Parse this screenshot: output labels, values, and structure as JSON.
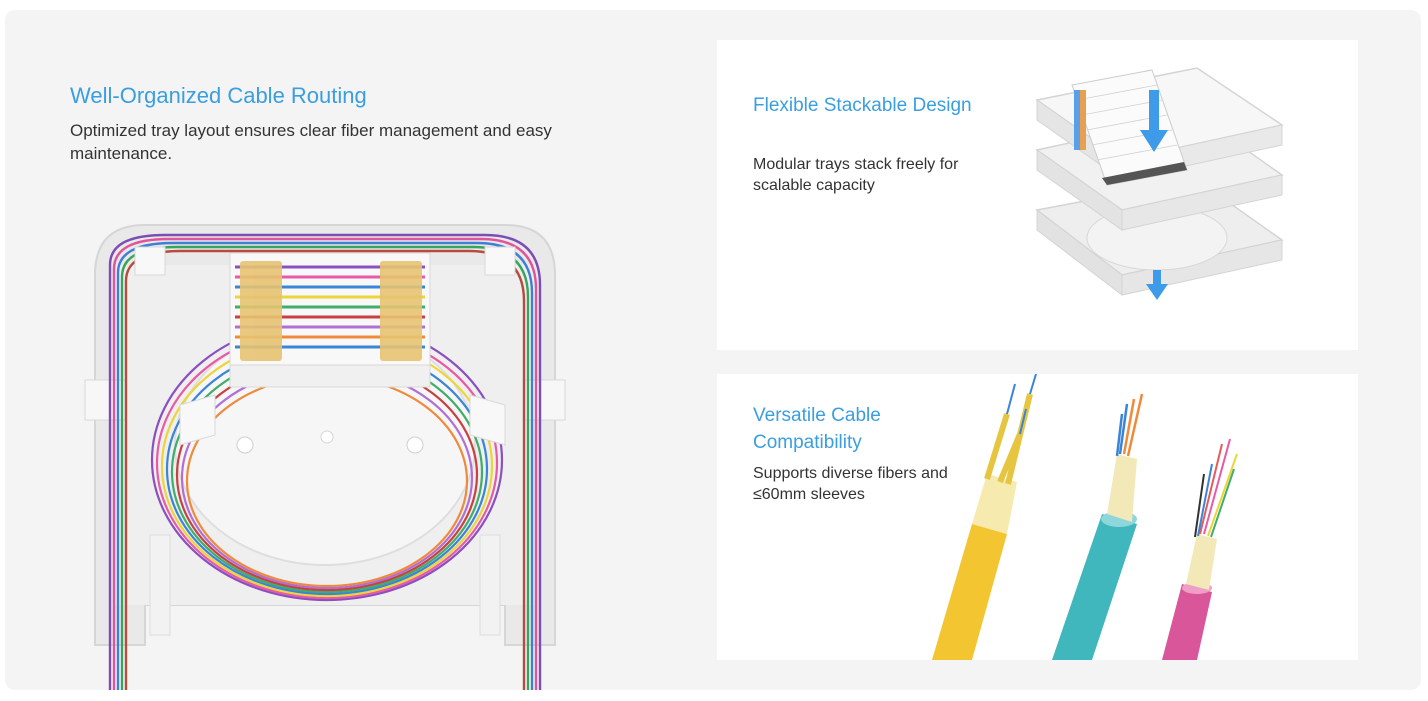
{
  "main_feature": {
    "title": "Well-Organized Cable Routing",
    "description": "Optimized tray layout ensures clear fiber management and easy maintenance.",
    "image_icon": "fiber-splice-tray-image"
  },
  "cards": [
    {
      "title": "Flexible Stackable Design",
      "description": "Modular trays stack freely for scalable capacity",
      "image_icon": "stacked-trays-image"
    },
    {
      "title": "Versatile Cable Compatibility",
      "description": "Supports diverse fibers and ≤60mm sleeves",
      "image_icon": "fiber-cables-image"
    }
  ],
  "colors": {
    "accent": "#3a9ee0",
    "text": "#333333",
    "background": "#f4f4f4",
    "card": "#ffffff",
    "arrow": "#3d9be9"
  }
}
